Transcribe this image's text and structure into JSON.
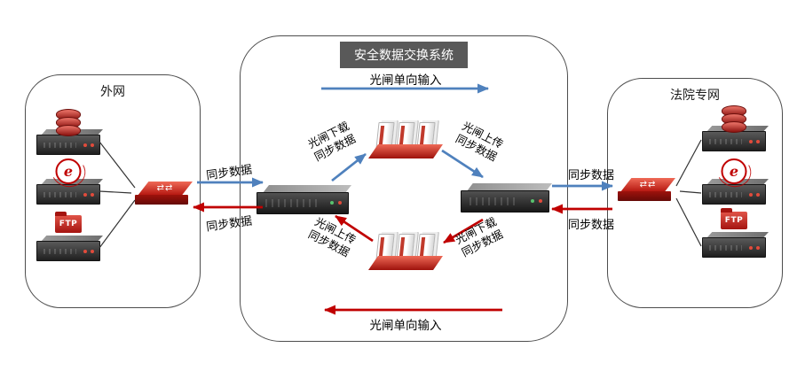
{
  "colors": {
    "blue": "#4f81bd",
    "red": "#c00000",
    "title_bg": "#595959",
    "title_text": "#ffffff",
    "device_red": "#c0392b"
  },
  "icons": {
    "switch_glyph": "⇄⇄",
    "web_glyph": "e",
    "ftp_glyph": "FTP"
  },
  "left_network": {
    "label": "外网"
  },
  "right_network": {
    "label": "法院专网"
  },
  "links": {
    "left_up": "同步数据",
    "left_down": "同步数据",
    "right_up": "同步数据",
    "right_down": "同步数据"
  },
  "center_system": {
    "title": "安全数据交换系统",
    "top_flow_label": "光闸单向输入",
    "bottom_flow_label": "光闸单向输入",
    "gate_labels": {
      "top_left": {
        "line1": "光闸下载",
        "line2": "同步数据"
      },
      "top_right": {
        "line1": "光闸上传",
        "line2": "同步数据"
      },
      "bottom_left": {
        "line1": "光闸上传",
        "line2": "同步数据"
      },
      "bottom_right": {
        "line1": "光闸下载",
        "line2": "同步数据"
      }
    }
  }
}
